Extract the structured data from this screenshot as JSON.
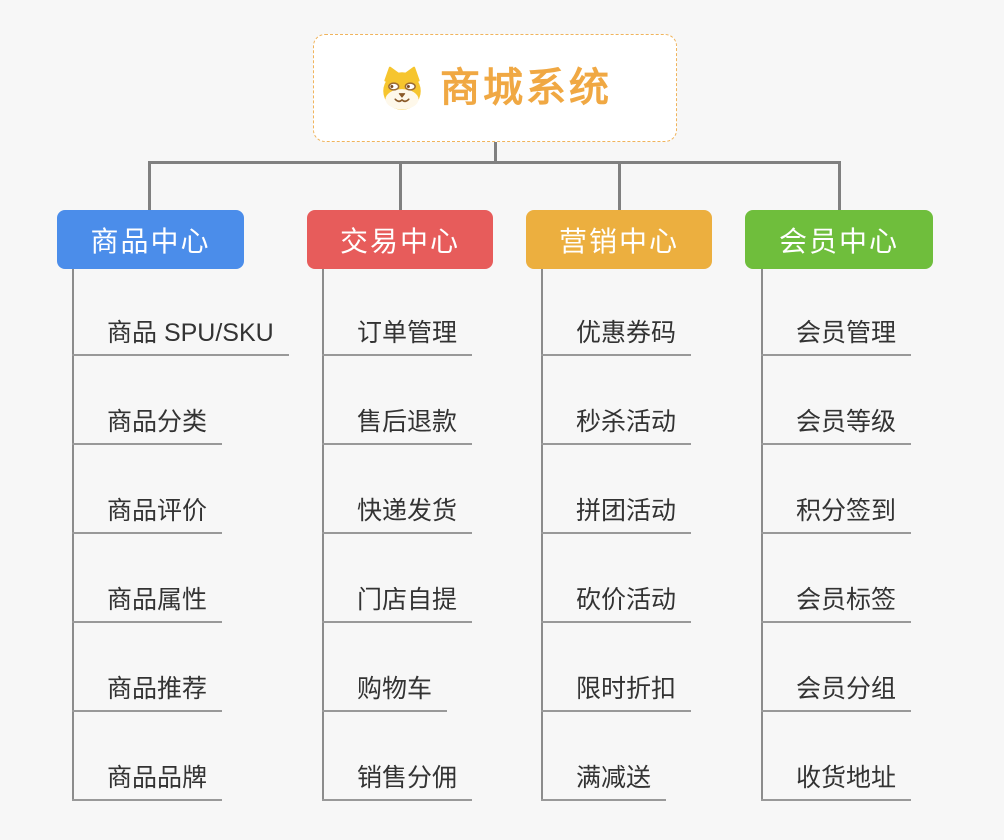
{
  "canvas": {
    "background": "#F7F7F7",
    "connector_color": "#808080"
  },
  "root": {
    "label": "商城系统",
    "icon": "dog-face-icon",
    "text_color": "#F0A843",
    "border_color": "#F0B45C",
    "background": "#FFFFFF"
  },
  "branches": [
    {
      "label": "商品中心",
      "color": "#4B8DEA",
      "items": [
        "商品 SPU/SKU",
        "商品分类",
        "商品评价",
        "商品属性",
        "商品推荐",
        "商品品牌"
      ]
    },
    {
      "label": "交易中心",
      "color": "#E75C5B",
      "items": [
        "订单管理",
        "售后退款",
        "快递发货",
        "门店自提",
        "购物车",
        "销售分佣"
      ]
    },
    {
      "label": "营销中心",
      "color": "#ECAF3F",
      "items": [
        "优惠券码",
        "秒杀活动",
        "拼团活动",
        "砍价活动",
        "限时折扣",
        "满减送"
      ]
    },
    {
      "label": "会员中心",
      "color": "#6FBE3C",
      "items": [
        "会员管理",
        "会员等级",
        "积分签到",
        "会员标签",
        "会员分组",
        "收货地址"
      ]
    }
  ]
}
